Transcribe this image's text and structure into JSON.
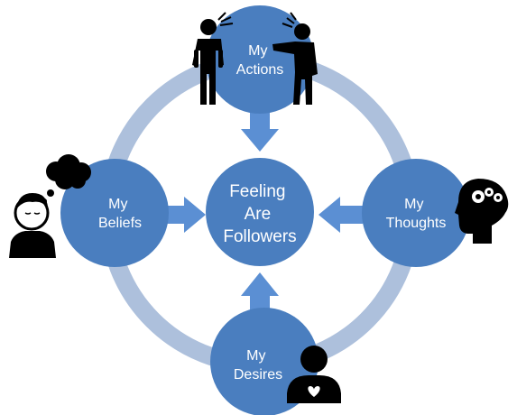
{
  "center": {
    "line1": "Feeling",
    "line2": "Are",
    "line3": "Followers"
  },
  "nodes": {
    "top": {
      "line1": "My",
      "line2": "Actions",
      "icon": "arguing-people-icon"
    },
    "left": {
      "line1": "My",
      "line2": "Beliefs",
      "icon": "thinking-person-icon"
    },
    "right": {
      "line1": "My",
      "line2": "Thoughts",
      "icon": "head-gears-icon"
    },
    "bottom": {
      "line1": "My",
      "line2": "Desires",
      "icon": "person-heart-icon"
    }
  },
  "colors": {
    "circle": "#4a7ebf",
    "ring": "#adc0dc",
    "arrow": "#5b8fd3",
    "text": "#ffffff",
    "icon": "#000000"
  }
}
